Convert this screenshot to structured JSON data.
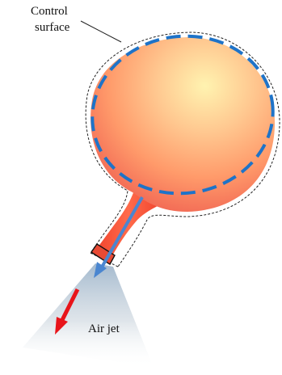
{
  "labels": {
    "control_surface_line1": "Control",
    "control_surface_line2": "surface",
    "air_jet": "Air jet"
  },
  "colors": {
    "balloon_highlight": "#fff3b0",
    "balloon_mid": "#ff9a6a",
    "balloon_edge": "#f26a55",
    "balloon_neck": "#f0442e",
    "dashed_circle": "#1e73c8",
    "control_surface_line": "#222222",
    "flow_arrow": "#4a86d0",
    "jet_arrow": "#e8141a",
    "jet_plume": "#b7c4d2"
  }
}
